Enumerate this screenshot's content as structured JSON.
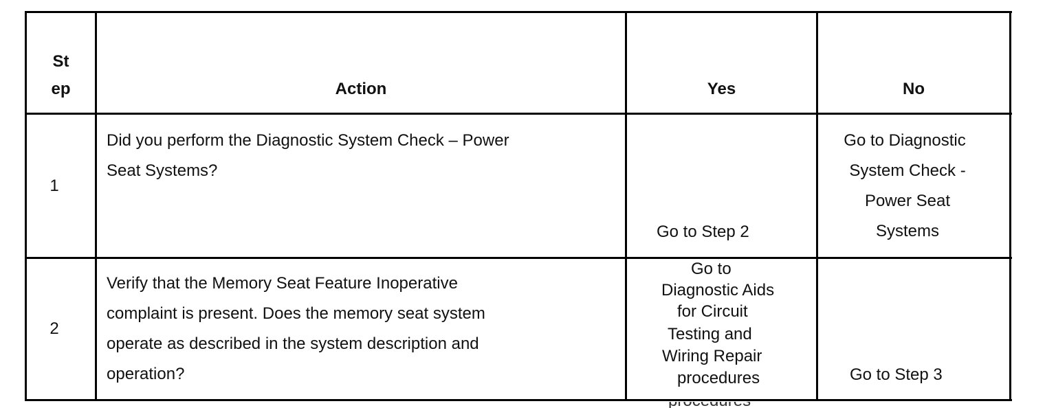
{
  "table": {
    "headers": {
      "step_line1": "St",
      "step_line2": "ep",
      "action": "Action",
      "yes": "Yes",
      "no": "No"
    },
    "rows": [
      {
        "step": "1",
        "action_lines": [
          "Did you perform the Diagnostic System Check – Power",
          "Seat Systems?"
        ],
        "yes": "Go to Step 2",
        "no_lines": [
          "Go to Diagnostic",
          "System Check -",
          "Power Seat",
          "Systems"
        ]
      },
      {
        "step": "2",
        "action_lines": [
          "Verify that the Memory Seat Feature Inoperative",
          "complaint is present. Does the memory seat system",
          "operate as described in the system description and",
          "operation?"
        ],
        "yes_lines": [
          "Go to",
          "Diagnostic Aids",
          "for Circuit",
          "Testing and",
          "Wiring Repair",
          "procedures"
        ],
        "yes_overflow": "procedures",
        "no": "Go to Step 3"
      }
    ]
  }
}
